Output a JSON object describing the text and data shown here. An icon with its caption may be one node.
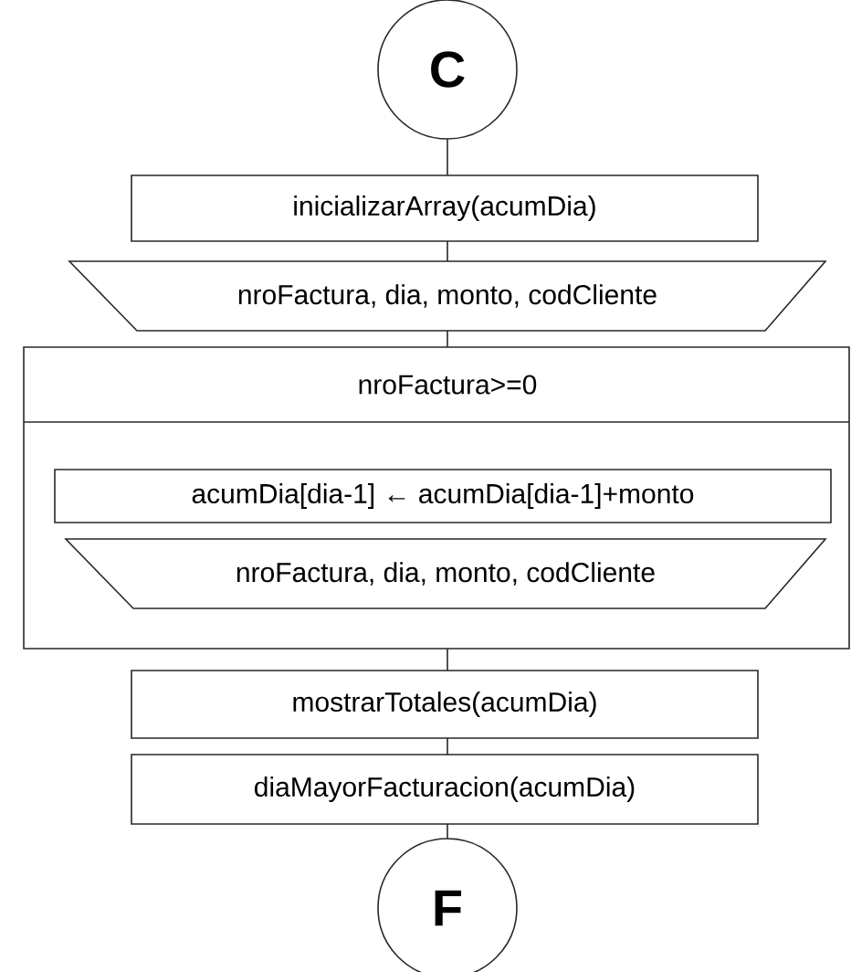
{
  "diagram": {
    "nodes": [
      {
        "text": [
          "C"
        ]
      },
      {
        "text": [
          "inicializarArray(acumDia)"
        ]
      },
      {
        "text": [
          "nroFactura, dia, monto, codCliente"
        ]
      },
      {
        "text": [
          "nroFactura>=0"
        ]
      },
      {
        "text": [
          "acumDia[dia-1] ← acumDia[dia-1]+monto"
        ],
        "in": 3
      },
      {
        "text": [
          "nroFactura, dia, monto, codCliente"
        ],
        "in": 3
      },
      {
        "text": [
          "mostrarTotales(acumDia)"
        ]
      },
      {
        "text": [
          "diaMayorFacturacion(acumDia)"
        ]
      },
      {
        "text": [
          "F"
        ]
      }
    ],
    "edges": [
      {
        "from": 0,
        "to": 1,
        "arrow": "none"
      },
      {
        "from": 1,
        "to": 2,
        "arrow": "none"
      },
      {
        "from": 2,
        "to": 3,
        "arrow": "none"
      },
      {
        "from": 3,
        "to": 6,
        "arrow": "none"
      },
      {
        "from": 6,
        "to": 7,
        "arrow": "none"
      },
      {
        "from": 7,
        "to": 8,
        "arrow": "none"
      }
    ]
  }
}
